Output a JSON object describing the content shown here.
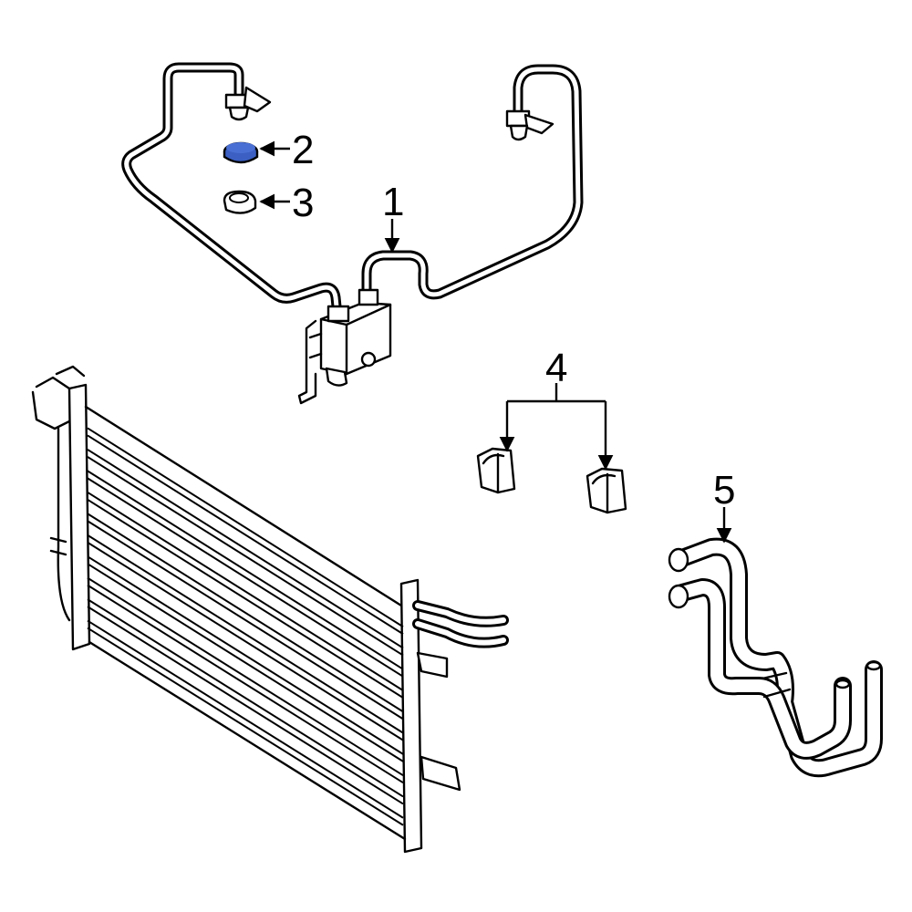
{
  "callouts": {
    "c1": "1",
    "c2": "2",
    "c3": "3",
    "c4": "4",
    "c5": "5"
  },
  "colors": {
    "highlight": "#3b5fc2",
    "line": "#000000",
    "background": "#ffffff"
  }
}
